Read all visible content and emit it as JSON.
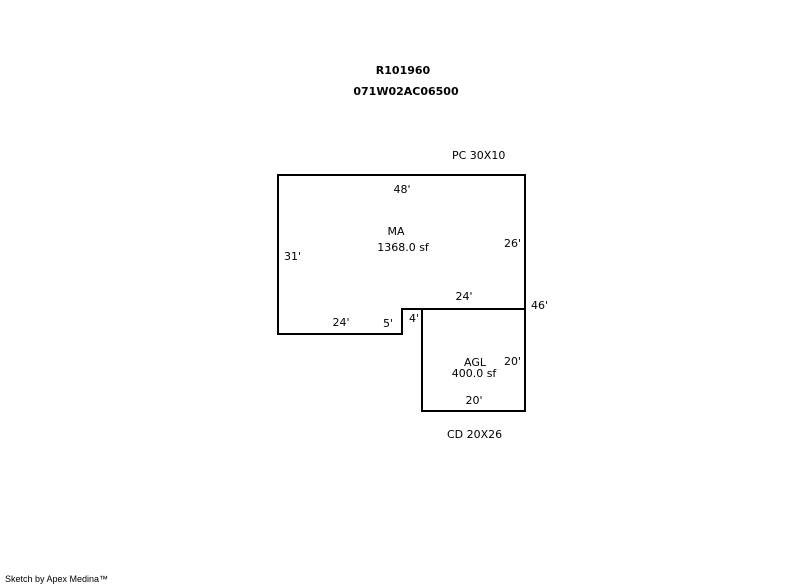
{
  "header": {
    "account": "R101960",
    "map_number": "071W02AC06500"
  },
  "areas": [
    {
      "code": "MA",
      "area": "1368.0 sf"
    },
    {
      "code": "AGL",
      "area": "400.0 sf"
    }
  ],
  "labels": {
    "pc": "PC 30X10",
    "cd": "CD 20X26"
  },
  "dimensions": {
    "ma_top": "48'",
    "ma_left": "31'",
    "ma_right": "26'",
    "ma_inner_top": "24'",
    "ma_bottom": "24'",
    "ma_step_bottom": "5'",
    "step_side": "4'",
    "total_right": "46'",
    "agl_right": "20'",
    "agl_bottom": "20'"
  },
  "colors": {
    "line": "#000000",
    "background": "#ffffff"
  },
  "footer": "Sketch by Apex Medina™"
}
